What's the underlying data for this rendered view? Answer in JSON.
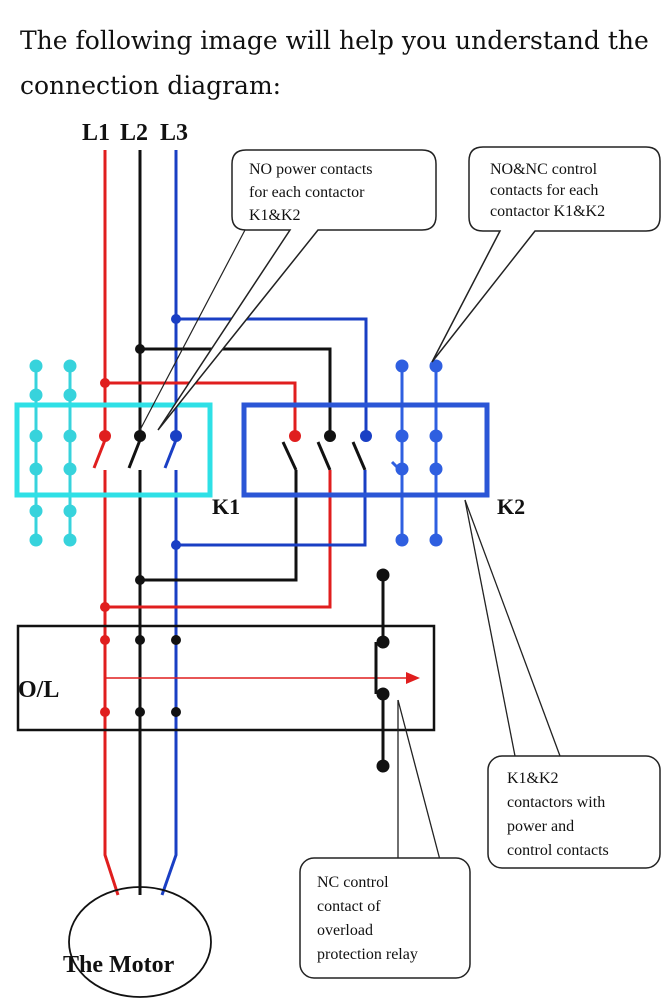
{
  "intro": {
    "line1": "The following image will help you understand the",
    "line2": "connection diagram:"
  },
  "lines": {
    "l1": "L1",
    "l2": "L2",
    "l3": "L3"
  },
  "labels": {
    "k1": "K1",
    "k2": "K2",
    "overload": "O/L",
    "motor": "The Motor"
  },
  "callouts": {
    "no_power": [
      "NO power contacts",
      "for each contactor",
      "K1&K2"
    ],
    "no_nc_control": [
      "NO&NC control",
      "contacts for each",
      "contactor K1&K2"
    ],
    "contactors": [
      "K1&K2",
      "contactors with",
      "power and",
      "control contacts"
    ],
    "nc_overload": [
      "NC control",
      "contact of",
      "overload",
      "protection relay"
    ]
  },
  "colors": {
    "phase_l1": "#e01e1e",
    "phase_l2": "#111111",
    "phase_l3": "#1a3fc4",
    "k1_box": "#2ee0e6",
    "k2_box": "#2b56d6",
    "k2_contacts": "#2f5fe0",
    "k1_aux": "#37d3dc"
  }
}
